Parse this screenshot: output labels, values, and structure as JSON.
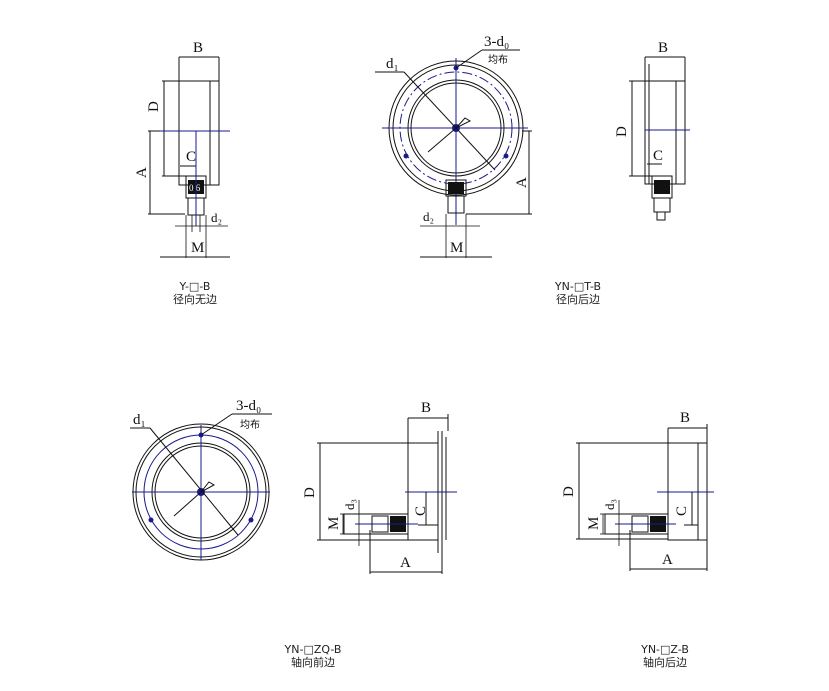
{
  "colors": {
    "line": "#111111",
    "centerline": "#1a1a8c",
    "background": "#ffffff"
  },
  "dimension_labels": {
    "B": "B",
    "D": "D",
    "A": "A",
    "C": "C",
    "M": "M",
    "d1": "d₁",
    "d2": "d₂",
    "d3": "d₃",
    "holes": "3-d₀",
    "evenly": "均布"
  },
  "figures": [
    {
      "id": "fig1",
      "model": "Y-□-B",
      "description": "径向无边"
    },
    {
      "id": "fig2",
      "model": "YN-□T-B",
      "description": "径向后边"
    },
    {
      "id": "fig3",
      "model": "YN-□ZQ-B",
      "description": "轴向前边"
    },
    {
      "id": "fig4",
      "model": "YN-□Z-B",
      "description": "轴向后边"
    }
  ]
}
